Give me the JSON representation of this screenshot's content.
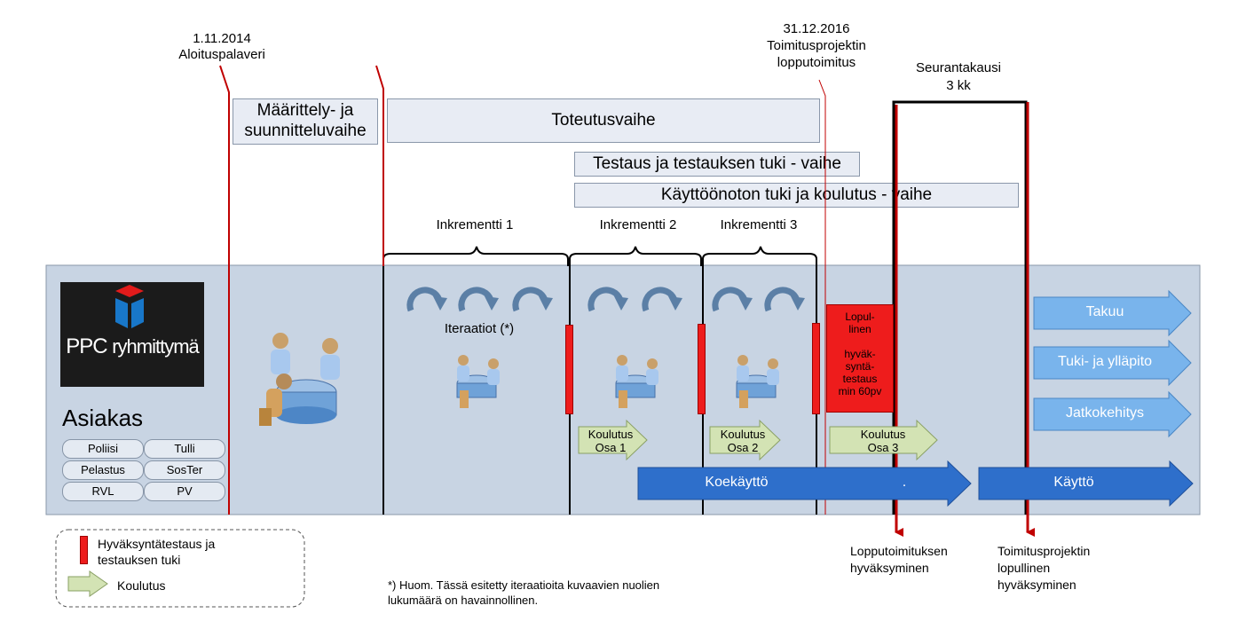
{
  "milestones": {
    "kickoff_date": "1.11.2014",
    "kickoff_label": "Aloituspalaveri",
    "delivery_date": "31.12.2016",
    "delivery_label1": "Toimitusprojektin",
    "delivery_label2": "lopputoimitus",
    "followup_label1": "Seurantakausi",
    "followup_label2": "3 kk"
  },
  "phases": {
    "definition_line1": "Määrittely- ja",
    "definition_line2": "suunnitteluvaihe",
    "implementation": "Toteutusvaihe",
    "testing": "Testaus ja testauksen tuki - vaihe",
    "deployment": "Käyttöönoton tuki ja koulutus - vaihe"
  },
  "increments": [
    "Inkrementti 1",
    "Inkrementti 2",
    "Inkrementti 3"
  ],
  "iterations_label": "Iteraatiot (*)",
  "logo": {
    "text_bold": "PPC",
    "text_light": "ryhmittymä"
  },
  "customer": {
    "title": "Asiakas",
    "orgs": [
      "Poliisi",
      "Tulli",
      "Pelastus",
      "SosTer",
      "RVL",
      "PV"
    ]
  },
  "acceptance_box": {
    "line1": "Lopul-",
    "line2": "linen",
    "line3": "hyväk-",
    "line4": "syntä-",
    "line5": "testaus",
    "line6": "min 60pv"
  },
  "training": [
    {
      "line1": "Koulutus",
      "line2": "Osa 1"
    },
    {
      "line1": "Koulutus",
      "line2": "Osa 2"
    },
    {
      "line1": "Koulutus",
      "line2": "Osa 3"
    }
  ],
  "right_arrows": [
    "Takuu",
    "Tuki- ja ylläpito",
    "Jatkokehitys"
  ],
  "bottom_arrows": {
    "trial": "Koekäyttö",
    "trial_dot": ".",
    "use": "Käyttö"
  },
  "bottom_labels": {
    "acceptance1": "Lopputoimituksen",
    "acceptance2": "hyväksyminen",
    "final1": "Toimitusprojektin",
    "final2": "lopullinen",
    "final3": "hyväksyminen"
  },
  "legend": {
    "red_line1": "Hyväksyntätestaus ja",
    "red_line2": "testauksen tuki",
    "training": "Koulutus"
  },
  "footnote": {
    "line1": "*) Huom. Tässä esitetty iteraatioita kuvaavien nuolien",
    "line2": "lukumäärä on havainnollinen."
  },
  "colors": {
    "panel": "#c8d4e3",
    "red": "#ee1c1c",
    "blue_arrow": "#2e6fcb",
    "light_blue_arrow": "#79b4ec",
    "green_arrow": "#d3e3b4",
    "iteration_arrow": "#5b7fa6"
  },
  "icons": [
    "meeting-table-icon",
    "iteration-arrow-icon",
    "logo-cube-icon"
  ]
}
